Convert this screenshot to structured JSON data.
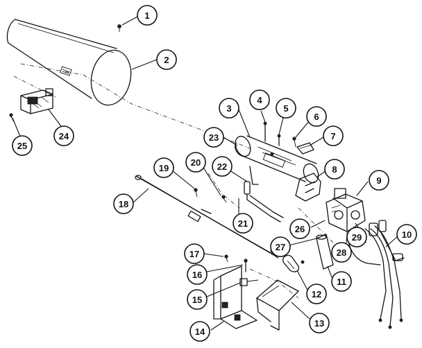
{
  "callouts": [
    "1",
    "2",
    "3",
    "4",
    "5",
    "6",
    "7",
    "8",
    "9",
    "10",
    "11",
    "12",
    "13",
    "14",
    "15",
    "16",
    "17",
    "18",
    "19",
    "20",
    "21",
    "22",
    "23",
    "24",
    "25",
    "26",
    "27",
    "28",
    "29"
  ]
}
